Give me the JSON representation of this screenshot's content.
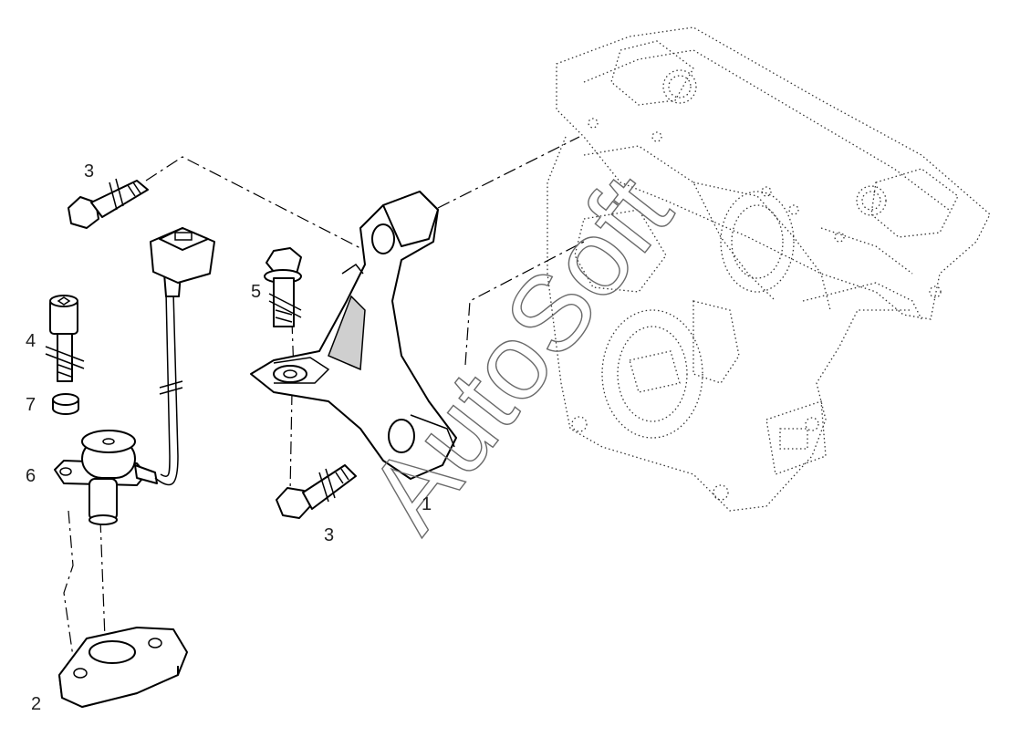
{
  "diagram": {
    "watermark": "AutoSoft",
    "callouts": [
      {
        "id": "c3a",
        "label": "3"
      },
      {
        "id": "c5",
        "label": "5"
      },
      {
        "id": "c4",
        "label": "4"
      },
      {
        "id": "c7",
        "label": "7"
      },
      {
        "id": "c6",
        "label": "6"
      },
      {
        "id": "c2",
        "label": "2"
      },
      {
        "id": "c1",
        "label": "1"
      },
      {
        "id": "c3b",
        "label": "3"
      }
    ]
  }
}
